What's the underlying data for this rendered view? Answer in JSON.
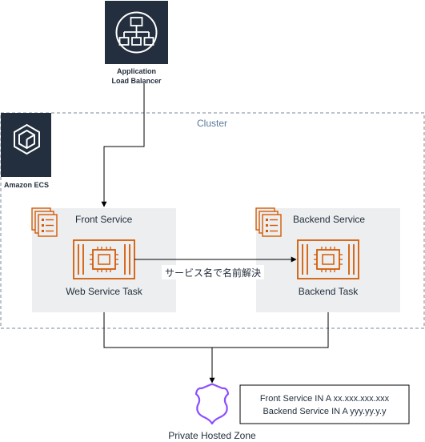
{
  "alb": {
    "label_line1": "Application",
    "label_line2": "Load Balancer"
  },
  "ecs": {
    "label": "Amazon ECS"
  },
  "cluster": {
    "label": "Cluster"
  },
  "front_service": {
    "title": "Front Service",
    "task_label": "Web Service Task"
  },
  "backend_service": {
    "title": "Backend Service",
    "task_label": "Backend Task"
  },
  "edge": {
    "service_discovery_label": "サービス名で名前解決"
  },
  "dns": {
    "zone_label": "Private Hosted Zone",
    "record_1": "Front Service IN A xx.xxx.xxx.xxx",
    "record_2": "Backend Service IN A yyy.yy.y.y"
  },
  "colors": {
    "icon_dark": "#232f3e",
    "task_orange": "#d45b07",
    "service_bg": "#eceeef",
    "cluster_border": "#7a8a99",
    "dns_purple": "#8c4fff",
    "line": "#000000"
  }
}
